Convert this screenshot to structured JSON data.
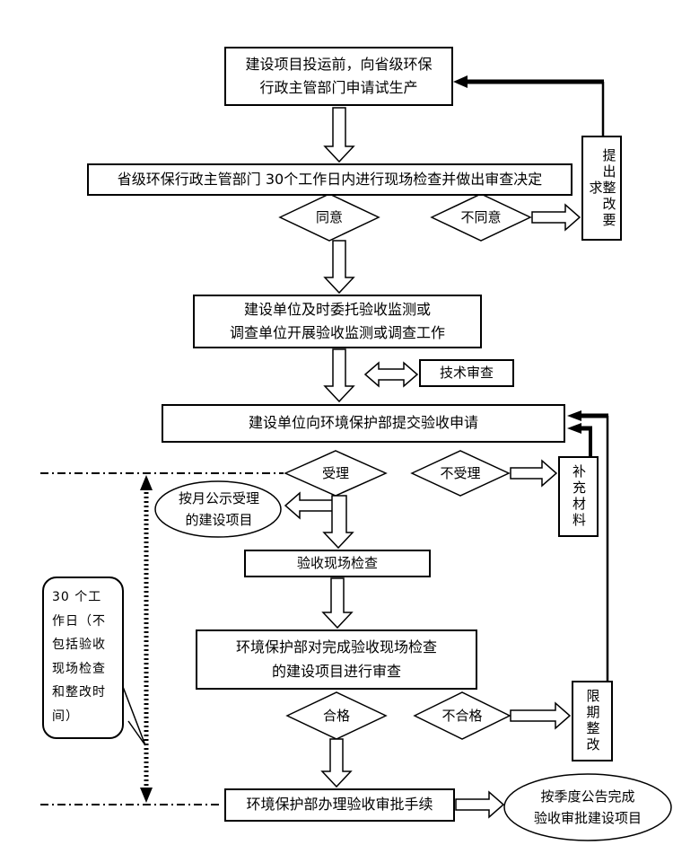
{
  "diagram": {
    "type": "flowchart",
    "colors": {
      "line": "#000000",
      "background": "#ffffff"
    },
    "nodes": {
      "apply_trial": "建设项目投运前，向省级环保\n行政主管部门申请试生产",
      "provincial_check": "省级环保行政主管部门 30个工作日内进行现场检查并做出审查决定",
      "agree": "同意",
      "disagree": "不同意",
      "rectify_request": "提出整改要求",
      "commission_monitoring": "建设单位及时委托验收监测或\n调查单位开展验收监测或调查工作",
      "tech_review": "技术审查",
      "submit_application": "建设单位向环境保护部提交验收申请",
      "accept": "受理",
      "not_accept": "不受理",
      "supplement_materials": "补充材料",
      "monthly_publicity": "按月公示受理\n的建设项目",
      "onsite_inspection": "验收现场检查",
      "mep_review": "环境保护部对完成验收现场检查\n的建设项目进行审查",
      "qualified": "合格",
      "unqualified": "不合格",
      "deadline_rectify": "限期整改",
      "approval_procedure": "环境保护部办理验收审批手续",
      "quarterly_announcement": "按季度公告完成\n验收审批建设项目",
      "callout_30_days": "30 个工作日（不包括验收现场检查和整改时间）"
    }
  }
}
